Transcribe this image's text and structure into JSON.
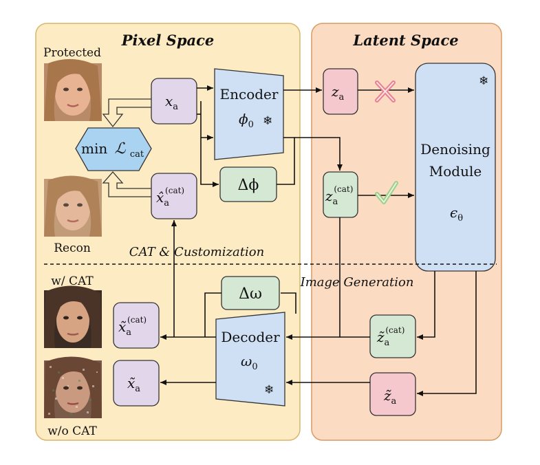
{
  "panels": {
    "pixel_space_title": "Pixel Space",
    "latent_space_title": "Latent Space"
  },
  "labels": {
    "protected": "Protected",
    "recon": "Recon",
    "with_cat": "w/ CAT",
    "without_cat": "w/o CAT",
    "cat_customization": "CAT & Customization",
    "image_generation": "Image Generation"
  },
  "nodes": {
    "x_a": {
      "base": "x",
      "sub": "a"
    },
    "x_hat": {
      "base": "x̂",
      "sub": "a",
      "sup": "(cat)"
    },
    "x_tilde_cat": {
      "base": "x̃",
      "sub": "a",
      "sup": "(cat)"
    },
    "x_tilde": {
      "base": "x̃",
      "sub": "a"
    },
    "z_a": {
      "base": "z",
      "sub": "a"
    },
    "z_cat": {
      "base": "z",
      "sub": "a",
      "sup": "(cat)"
    },
    "z_tilde_cat": {
      "base": "z̃",
      "sub": "a",
      "sup": "(cat)"
    },
    "z_tilde": {
      "base": "z̃",
      "sub": "a"
    },
    "min_loss": {
      "prefix": "min",
      "symbol": "ℒ",
      "sub": "cat"
    },
    "delta_phi": "Δϕ",
    "delta_omega": "Δω"
  },
  "modules": {
    "encoder": {
      "name": "Encoder",
      "param": "ϕ",
      "param_sub": "0"
    },
    "decoder": {
      "name": "Decoder",
      "param": "ω",
      "param_sub": "0"
    },
    "denoising": {
      "line1": "Denoising",
      "line2": "Module",
      "param": "ϵ",
      "param_sub": "θ"
    }
  },
  "markers": {
    "frozen_icon": "snowflake-icon",
    "blocked_icon": "cross-mark-icon",
    "allowed_icon": "check-mark-icon"
  },
  "colors": {
    "pixel_panel_fill": "#fdebc4",
    "pixel_panel_stroke": "#d9b56a",
    "latent_panel_fill": "#fbdcc2",
    "latent_panel_stroke": "#d89a63",
    "purple_box": "#e2d6ea",
    "pink_box": "#f4c8cc",
    "green_box": "#d5e8d4",
    "blue_module": "#cfe0f5",
    "hexagon": "#a9d3f0",
    "cross": "#e98090",
    "check": "#9ccf8a"
  }
}
